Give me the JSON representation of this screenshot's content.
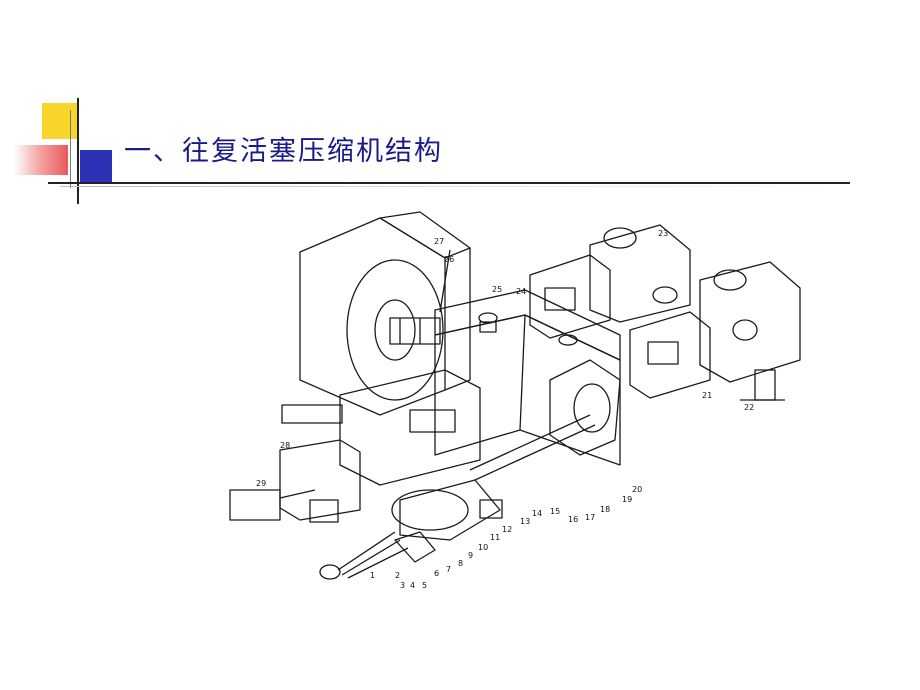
{
  "slide": {
    "title": "一、往复活塞压缩机结构"
  },
  "drawing": {
    "part_labels": [
      "1",
      "2",
      "3",
      "4",
      "5",
      "6",
      "7",
      "8",
      "9",
      "10",
      "11",
      "12",
      "13",
      "14",
      "15",
      "16",
      "17",
      "18",
      "19",
      "20",
      "21",
      "22",
      "23",
      "24",
      "25",
      "26",
      "27",
      "28",
      "29"
    ]
  }
}
